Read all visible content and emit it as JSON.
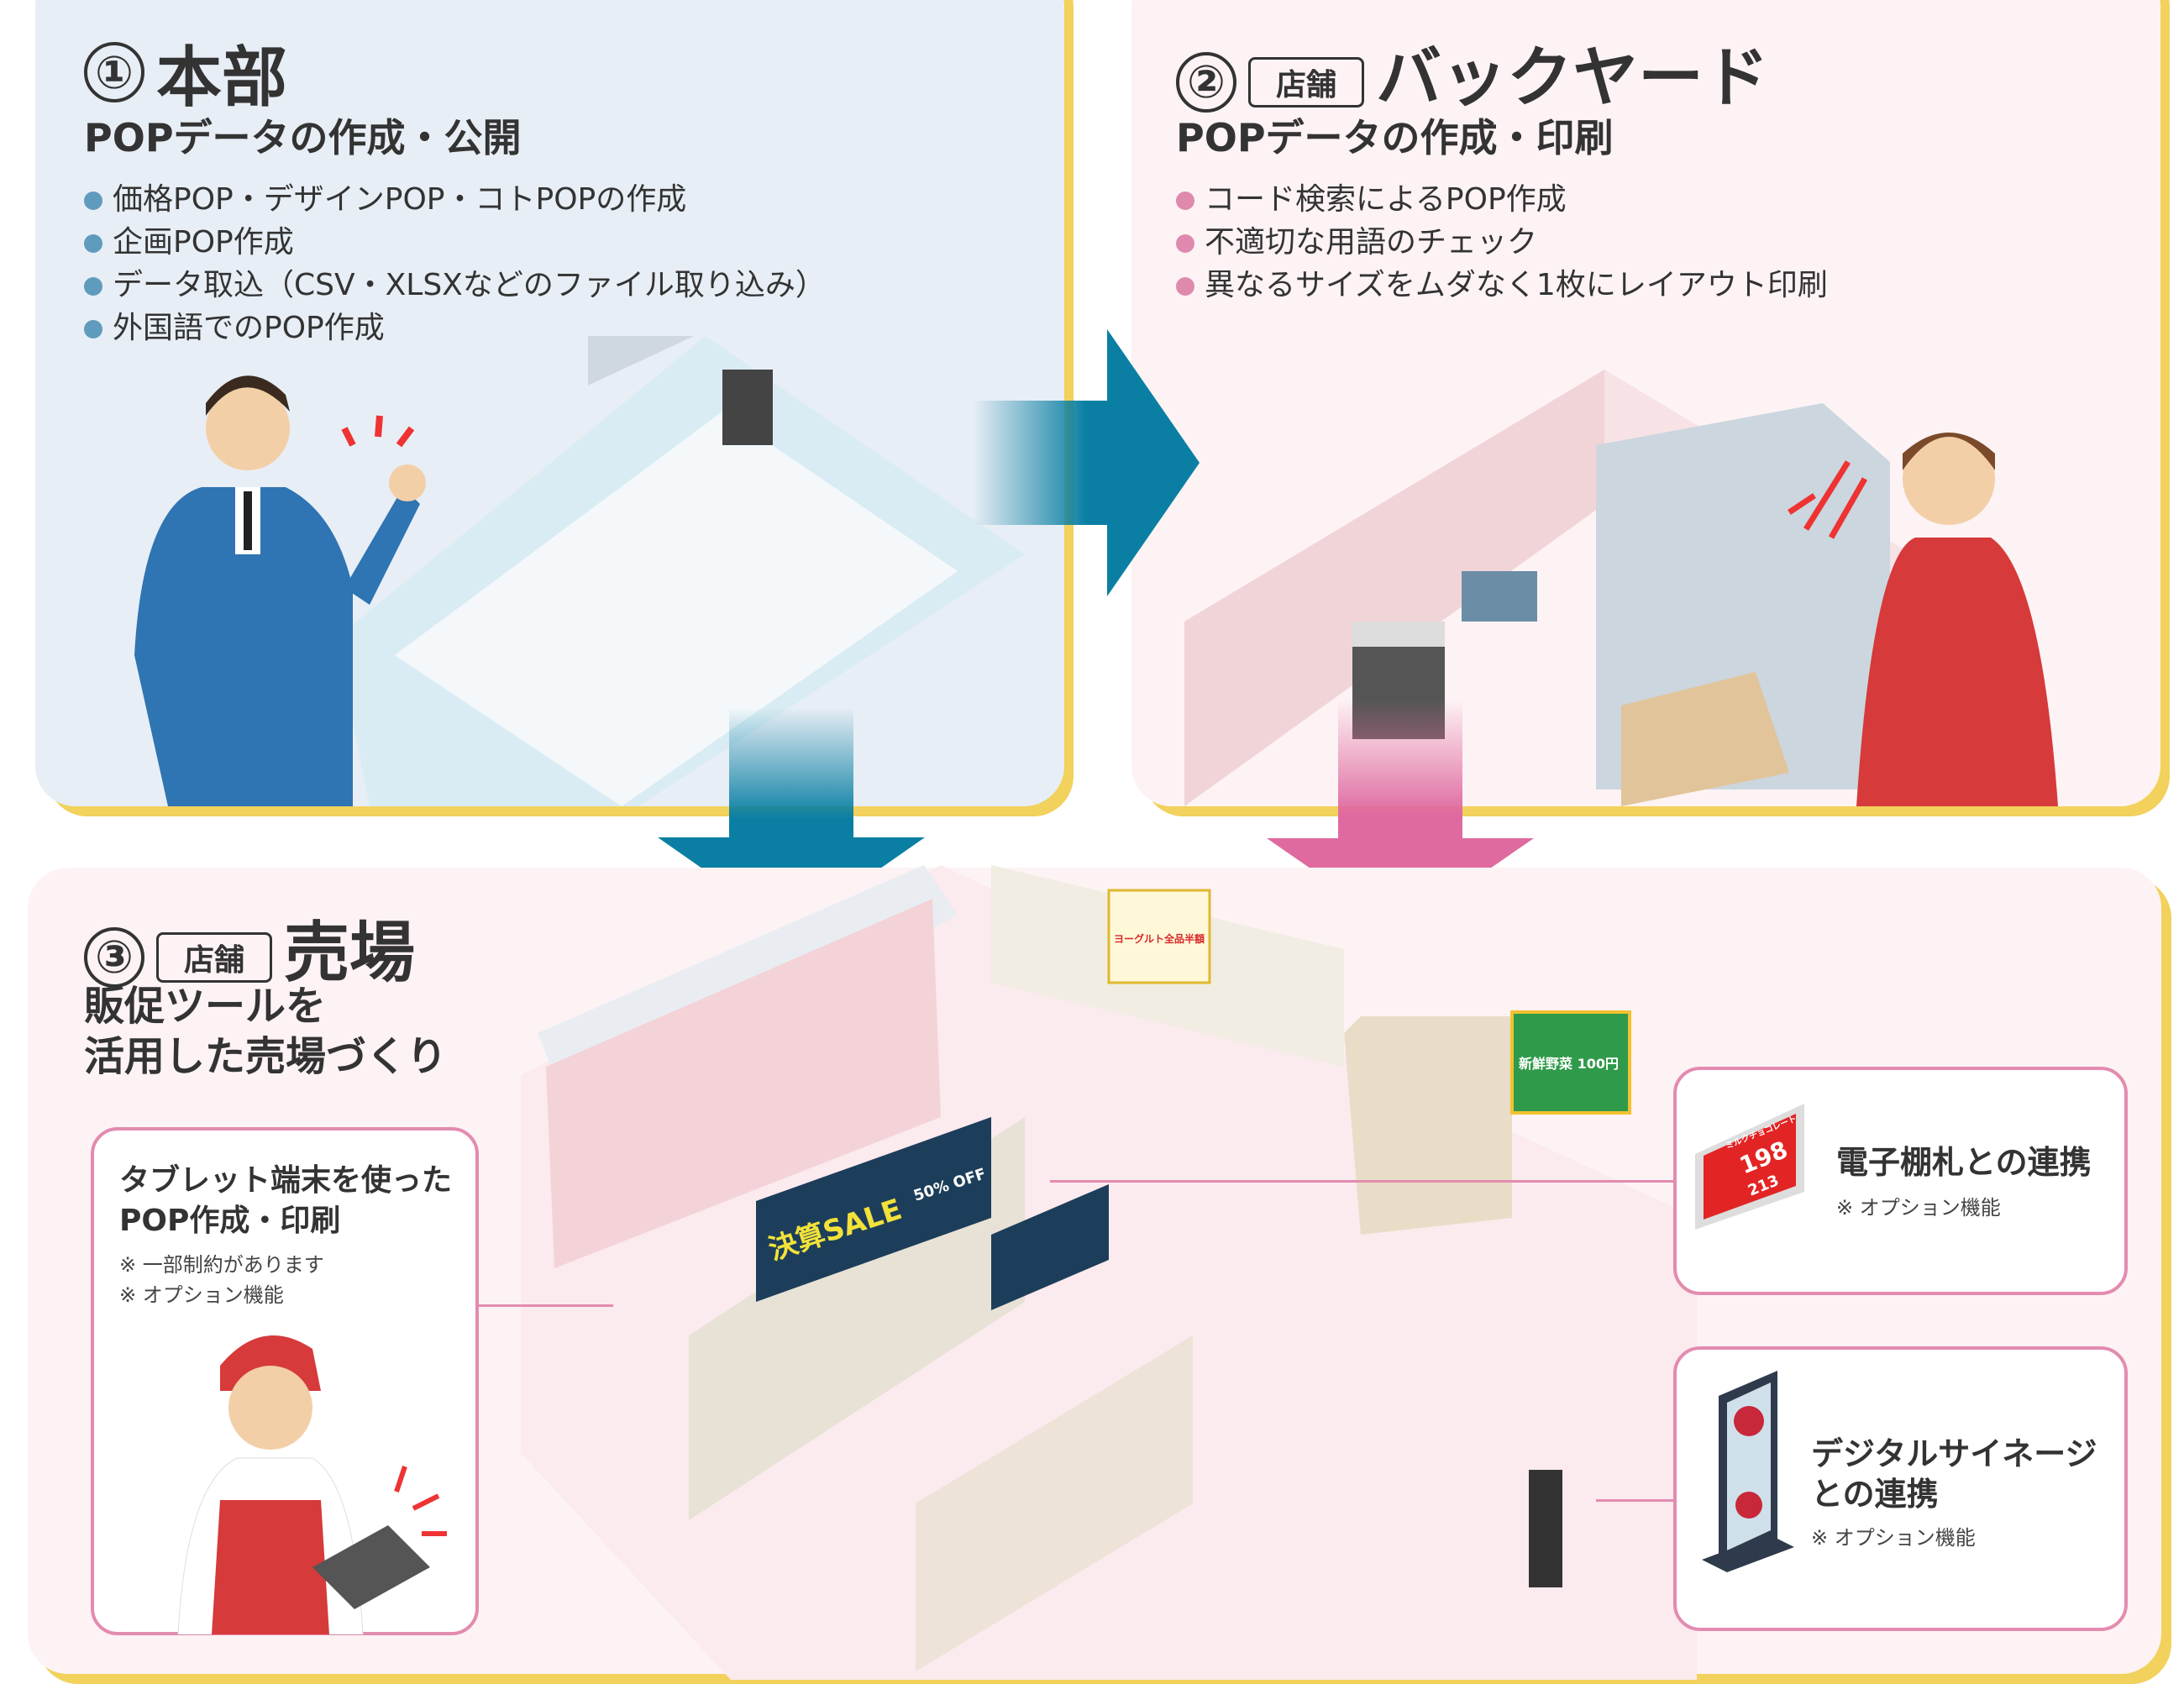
{
  "colors": {
    "hq_bg": "#e8eef5",
    "store_bg": "#fdf3f4",
    "accent_yellow": "#f2d15c",
    "teal_arrow": "#0a7fa3",
    "pink_arrow": "#df6aa0",
    "hq_bullet": "#5f9bbd",
    "store_bullet": "#df89ae",
    "card_border": "#e38bb0"
  },
  "hq": {
    "number": "①",
    "title": "本部",
    "subtitle": "POPデータの作成・公開",
    "bullets": [
      "価格POP・デザインPOP・コトPOPの作成",
      "企画POP作成",
      "データ取込（CSV・XLSXなどのファイル取り込み）",
      "外国語でのPOP作成"
    ]
  },
  "backyard": {
    "number": "②",
    "tag": "店舗",
    "title": "バックヤード",
    "subtitle": "POPデータの作成・印刷",
    "bullets": [
      "コード検索によるPOP作成",
      "不適切な用語のチェック",
      "異なるサイズをムダなく1枚にレイアウト印刷"
    ]
  },
  "salesfloor": {
    "number": "③",
    "tag": "店舗",
    "title": "売場",
    "subtitle_lines": [
      "販促ツールを",
      "活用した売場づくり"
    ]
  },
  "cards": {
    "tablet": {
      "title_lines": [
        "タブレット端末を使った",
        "POP作成・印刷"
      ],
      "notes": [
        "※ 一部制約があります",
        "※ オプション機能"
      ]
    },
    "esl": {
      "title": "電子棚札との連携",
      "note": "※ オプション機能",
      "label_price": "198",
      "label_price2": "213",
      "label_name": "ミルクチョコレート"
    },
    "signage": {
      "title_lines": [
        "デジタルサイネージ",
        "との連携"
      ],
      "note": "※ オプション機能"
    }
  },
  "illustration_text": {
    "sale_sign": "決算SALE",
    "sale_badge": "50% OFF",
    "yogurt_sign": "ヨーグルト全品半額",
    "veg_sign": "新鮮野菜 100円"
  },
  "arrows": [
    {
      "from": "hq",
      "to": "backyard",
      "direction": "right",
      "color": "teal"
    },
    {
      "from": "hq",
      "to": "salesfloor",
      "direction": "down",
      "color": "teal"
    },
    {
      "from": "backyard",
      "to": "salesfloor",
      "direction": "down",
      "color": "pink"
    }
  ]
}
